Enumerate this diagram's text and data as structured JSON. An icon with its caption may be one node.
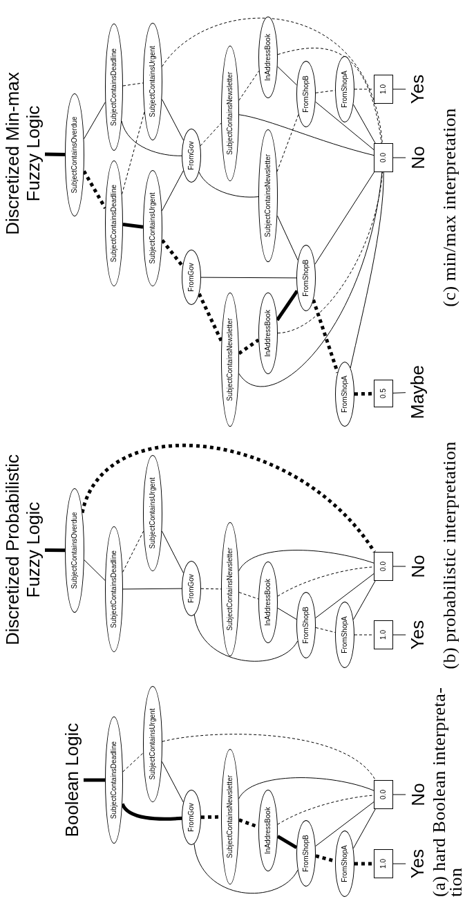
{
  "diagram": {
    "nodes": [
      {
        "text": [
          "Boolean Logic"
        ]
      },
      {
        "text": [
          "SubjectContainsDeadline"
        ]
      },
      {
        "text": [
          "SubjectContainsUrgent"
        ]
      },
      {
        "text": [
          "FromGov"
        ]
      },
      {
        "text": [
          "SubjectContainsNewsletter"
        ]
      },
      {
        "text": [
          "InAddressBook"
        ]
      },
      {
        "text": [
          "FromShopB"
        ]
      },
      {
        "text": [
          "FromShopA"
        ]
      },
      {
        "text": [
          "1.0"
        ]
      },
      {
        "text": [
          "0.0"
        ]
      },
      {
        "text": [
          "Yes"
        ]
      },
      {
        "text": [
          "No"
        ]
      },
      {
        "text": [
          "Discretized Probabilistic Fuzzy Logic"
        ]
      },
      {
        "text": [
          "SubjectContainsOverdue"
        ]
      },
      {
        "text": [
          "SubjectContainsDeadline"
        ]
      },
      {
        "text": [
          "SubjectContainsUrgent"
        ]
      },
      {
        "text": [
          "FromGov"
        ]
      },
      {
        "text": [
          "SubjectContainsNewsletter"
        ]
      },
      {
        "text": [
          "InAddressBook"
        ]
      },
      {
        "text": [
          "FromShopB"
        ]
      },
      {
        "text": [
          "FromShopA"
        ]
      },
      {
        "text": [
          "0.0"
        ]
      },
      {
        "text": [
          "1.0"
        ]
      },
      {
        "text": [
          "No"
        ]
      },
      {
        "text": [
          "Yes"
        ]
      },
      {
        "text": [
          "Discretized Min-max Fuzzy Logic"
        ]
      },
      {
        "text": [
          "SubjectContainsOverdue"
        ]
      },
      {
        "text": [
          "SubjectContainsDeadline"
        ]
      },
      {
        "text": [
          "SubjectContainsDeadline"
        ]
      },
      {
        "text": [
          "SubjectContainsUrgent"
        ]
      },
      {
        "text": [
          "SubjectContainsUrgent"
        ]
      },
      {
        "text": [
          "FromGov"
        ]
      },
      {
        "text": [
          "FromGov"
        ]
      },
      {
        "text": [
          "SubjectContainsNewsletter"
        ]
      },
      {
        "text": [
          "SubjectContainsNewsletter"
        ]
      },
      {
        "text": [
          "InAddressBook"
        ]
      },
      {
        "text": [
          "SubjectContainsNewsletter"
        ]
      },
      {
        "text": [
          "InAddressBook"
        ]
      },
      {
        "text": [
          "FromShopB"
        ]
      },
      {
        "text": [
          "FromShopB"
        ]
      },
      {
        "text": [
          "FromShopA"
        ]
      },
      {
        "text": [
          "FromShopA"
        ]
      },
      {
        "text": [
          "1.0"
        ]
      },
      {
        "text": [
          "0.0"
        ]
      },
      {
        "text": [
          "0.5"
        ]
      },
      {
        "text": [
          "Yes"
        ]
      },
      {
        "text": [
          "No"
        ]
      },
      {
        "text": [
          "Maybe"
        ]
      }
    ],
    "edges": [
      {
        "from": 0,
        "to": 1,
        "arrow": "none",
        "style": "thick"
      },
      {
        "from": 1,
        "to": 2,
        "arrow": "none",
        "style": "dashed"
      },
      {
        "from": 1,
        "to": 3,
        "arrow": "none",
        "style": "thick"
      },
      {
        "from": 2,
        "to": 3,
        "arrow": "none"
      },
      {
        "from": 2,
        "to": 9,
        "arrow": "none",
        "style": "dashed"
      },
      {
        "from": 3,
        "to": 4,
        "arrow": "none",
        "style": "dashed"
      },
      {
        "from": 3,
        "to": 6,
        "arrow": "none"
      },
      {
        "from": 4,
        "to": 5,
        "arrow": "none",
        "style": "dashed"
      },
      {
        "from": 4,
        "to": 9,
        "arrow": "none"
      },
      {
        "from": 5,
        "to": 6,
        "arrow": "none",
        "style": "thick"
      },
      {
        "from": 5,
        "to": 9,
        "arrow": "none",
        "style": "dashed"
      },
      {
        "from": 6,
        "to": 7,
        "arrow": "none",
        "style": "dashed"
      },
      {
        "from": 6,
        "to": 9,
        "arrow": "none"
      },
      {
        "from": 7,
        "to": 8,
        "arrow": "none",
        "style": "dashed"
      },
      {
        "from": 7,
        "to": 9,
        "arrow": "none"
      },
      {
        "from": 9,
        "to": 11,
        "arrow": "none"
      },
      {
        "from": 8,
        "to": 10,
        "arrow": "none"
      },
      {
        "from": 12,
        "to": 13,
        "arrow": "none",
        "style": "thick"
      },
      {
        "from": 13,
        "to": 14,
        "arrow": "none"
      },
      {
        "from": 13,
        "to": 21,
        "arrow": "none",
        "style": "dashed"
      },
      {
        "from": 14,
        "to": 15,
        "arrow": "none",
        "style": "dashed"
      },
      {
        "from": 14,
        "to": 16,
        "arrow": "none"
      },
      {
        "from": 15,
        "to": 16,
        "arrow": "none"
      },
      {
        "from": 16,
        "to": 17,
        "arrow": "none",
        "style": "dashed"
      },
      {
        "from": 16,
        "to": 19,
        "arrow": "none"
      },
      {
        "from": 17,
        "to": 18,
        "arrow": "none",
        "style": "dashed"
      },
      {
        "from": 17,
        "to": 21,
        "arrow": "none"
      },
      {
        "from": 18,
        "to": 19,
        "arrow": "none"
      },
      {
        "from": 18,
        "to": 21,
        "arrow": "none",
        "style": "dashed"
      },
      {
        "from": 19,
        "to": 20,
        "arrow": "none",
        "style": "dashed"
      },
      {
        "from": 19,
        "to": 21,
        "arrow": "none"
      },
      {
        "from": 20,
        "to": 22,
        "arrow": "none",
        "style": "dashed"
      },
      {
        "from": 20,
        "to": 21,
        "arrow": "none"
      },
      {
        "from": 21,
        "to": 23,
        "arrow": "none"
      },
      {
        "from": 22,
        "to": 24,
        "arrow": "none"
      },
      {
        "from": 25,
        "to": 26,
        "arrow": "none",
        "style": "thick"
      },
      {
        "from": 26,
        "to": 27,
        "arrow": "none"
      },
      {
        "from": 26,
        "to": 28,
        "arrow": "none",
        "style": "dashed"
      },
      {
        "from": 27,
        "to": 29,
        "arrow": "none",
        "style": "dashed"
      },
      {
        "from": 27,
        "to": 31,
        "arrow": "none"
      },
      {
        "from": 29,
        "to": 31,
        "arrow": "none"
      },
      {
        "from": 29,
        "to": 43,
        "arrow": "none",
        "style": "dashed"
      },
      {
        "from": 28,
        "to": 30,
        "arrow": "none",
        "style": "thick"
      },
      {
        "from": 28,
        "to": 29,
        "arrow": "none",
        "style": "dashed"
      },
      {
        "from": 30,
        "to": 32,
        "arrow": "none",
        "style": "dashed"
      },
      {
        "from": 30,
        "to": 31,
        "arrow": "none"
      },
      {
        "from": 31,
        "to": 33,
        "arrow": "none",
        "style": "dashed"
      },
      {
        "from": 31,
        "to": 36,
        "arrow": "none"
      },
      {
        "from": 32,
        "to": 34,
        "arrow": "none",
        "style": "dashed"
      },
      {
        "from": 32,
        "to": 39,
        "arrow": "none"
      },
      {
        "from": 33,
        "to": 35,
        "arrow": "none",
        "style": "dashed"
      },
      {
        "from": 33,
        "to": 43,
        "arrow": "none"
      },
      {
        "from": 36,
        "to": 38,
        "arrow": "none",
        "style": "dashed"
      },
      {
        "from": 36,
        "to": 39,
        "arrow": "none"
      },
      {
        "from": 35,
        "to": 38,
        "arrow": "none"
      },
      {
        "from": 35,
        "to": 43,
        "arrow": "none",
        "style": "dashed"
      },
      {
        "from": 38,
        "to": 40,
        "arrow": "none",
        "style": "dashed"
      },
      {
        "from": 38,
        "to": 43,
        "arrow": "none"
      },
      {
        "from": 40,
        "to": 42,
        "arrow": "none",
        "style": "dashed"
      },
      {
        "from": 40,
        "to": 43,
        "arrow": "none"
      },
      {
        "from": 34,
        "to": 37,
        "arrow": "none",
        "style": "dashed"
      },
      {
        "from": 34,
        "to": 43,
        "arrow": "none"
      },
      {
        "from": 37,
        "to": 39,
        "arrow": "none",
        "style": "thick"
      },
      {
        "from": 37,
        "to": 43,
        "arrow": "none",
        "style": "dashed"
      },
      {
        "from": 39,
        "to": 41,
        "arrow": "none",
        "style": "dashed"
      },
      {
        "from": 39,
        "to": 43,
        "arrow": "none"
      },
      {
        "from": 41,
        "to": 44,
        "arrow": "none",
        "style": "dashed"
      },
      {
        "from": 41,
        "to": 43,
        "arrow": "none"
      },
      {
        "from": 43,
        "to": 46,
        "arrow": "none"
      },
      {
        "from": 42,
        "to": 45,
        "arrow": "none"
      },
      {
        "from": 44,
        "to": 47,
        "arrow": "none"
      }
    ],
    "labels": [
      "(a) hard Boolean interpreta- tion",
      "(b) probabilistic interpretation",
      "(c) min/max interpretation"
    ]
  }
}
